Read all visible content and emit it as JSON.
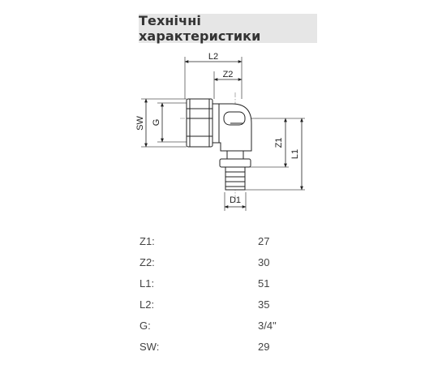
{
  "header": {
    "title": "Технічні характеристики"
  },
  "drawing": {
    "labels": {
      "l2": "L2",
      "z2": "Z2",
      "sw": "SW",
      "g": "G",
      "z1": "Z1",
      "l1": "L1",
      "d1": "D1"
    }
  },
  "specs": [
    {
      "label": "Z1:",
      "value": "27"
    },
    {
      "label": "Z2:",
      "value": "30"
    },
    {
      "label": "L1:",
      "value": "51"
    },
    {
      "label": "L2:",
      "value": "35"
    },
    {
      "label": "G:",
      "value": "3/4\""
    },
    {
      "label": "SW:",
      "value": "29"
    }
  ]
}
